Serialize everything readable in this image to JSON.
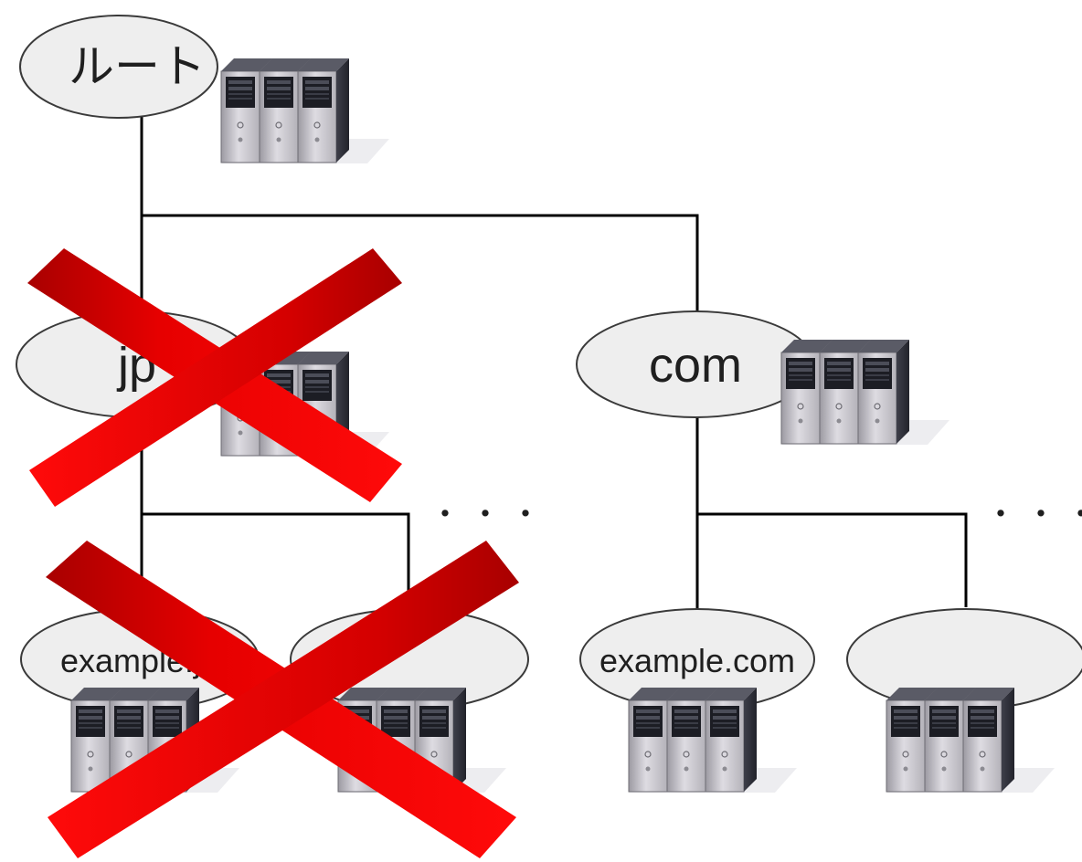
{
  "diagram": {
    "root": {
      "label": "ルート"
    },
    "tld": [
      {
        "label": "jp",
        "status": "failed"
      },
      {
        "label": "com",
        "status": "ok"
      }
    ],
    "second_level": [
      {
        "label": "example.jp",
        "parent": "jp",
        "status": "failed"
      },
      {
        "label": "",
        "parent": "jp",
        "status": "failed"
      },
      {
        "label": "example.com",
        "parent": "com",
        "status": "ok"
      },
      {
        "label": "",
        "parent": "com",
        "status": "ok"
      }
    ],
    "more_indicator": "・・・",
    "colors": {
      "cross_light": "#e60000",
      "cross_dark": "#a80000",
      "node_fill": "#eeeeee",
      "link": "#000000"
    }
  }
}
